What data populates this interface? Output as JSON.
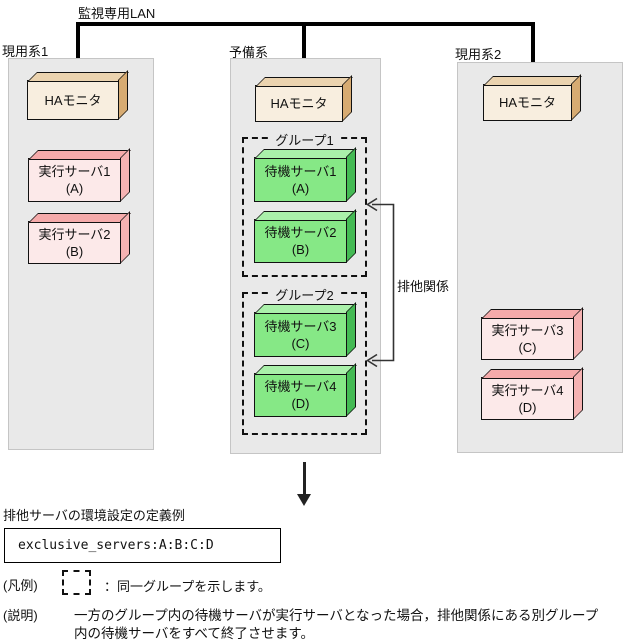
{
  "lan": {
    "label": "監視専用LAN"
  },
  "systems": [
    {
      "label": "現用系1",
      "ha": "HAモニタ",
      "servers": [
        {
          "name": "実行サーバ1",
          "id": "(A)"
        },
        {
          "name": "実行サーバ2",
          "id": "(B)"
        }
      ]
    },
    {
      "label": "予備系",
      "ha": "HAモニタ",
      "groups": [
        {
          "label": "グループ1",
          "servers": [
            {
              "name": "待機サーバ1",
              "id": "(A)"
            },
            {
              "name": "待機サーバ2",
              "id": "(B)"
            }
          ]
        },
        {
          "label": "グループ2",
          "servers": [
            {
              "name": "待機サーバ3",
              "id": "(C)"
            },
            {
              "name": "待機サーバ4",
              "id": "(D)"
            }
          ]
        }
      ]
    },
    {
      "label": "現用系2",
      "ha": "HAモニタ",
      "servers": [
        {
          "name": "実行サーバ3",
          "id": "(C)"
        },
        {
          "name": "実行サーバ4",
          "id": "(D)"
        }
      ]
    }
  ],
  "relation": {
    "label": "排他関係"
  },
  "definition": {
    "title": "排他サーバの環境設定の定義例",
    "code": "exclusive_servers:A:B:C:D"
  },
  "legend": {
    "label": "(凡例)",
    "icon": "dashed-box-icon",
    "text": "：同一グループを示します。"
  },
  "note": {
    "label": "(説明)",
    "line1": "一方のグループ内の待機サーバが実行サーバとなった場合，排他関係にある別グループ",
    "line2": "内の待機サーバをすべて終了させます。"
  },
  "colors": {
    "ha_front": "#F8EEDF",
    "ha_top": "#EBD3AF",
    "ha_side": "#D7AB72",
    "active_front": "#FCE9E9",
    "active_top": "#F5AAAA",
    "active_side": "#F5B2B2",
    "standby_front": "#86E886",
    "standby_top": "#AAF0AA",
    "standby_side": "#44BA54",
    "column_bg": "#E9E9E9",
    "line": "#000000"
  }
}
